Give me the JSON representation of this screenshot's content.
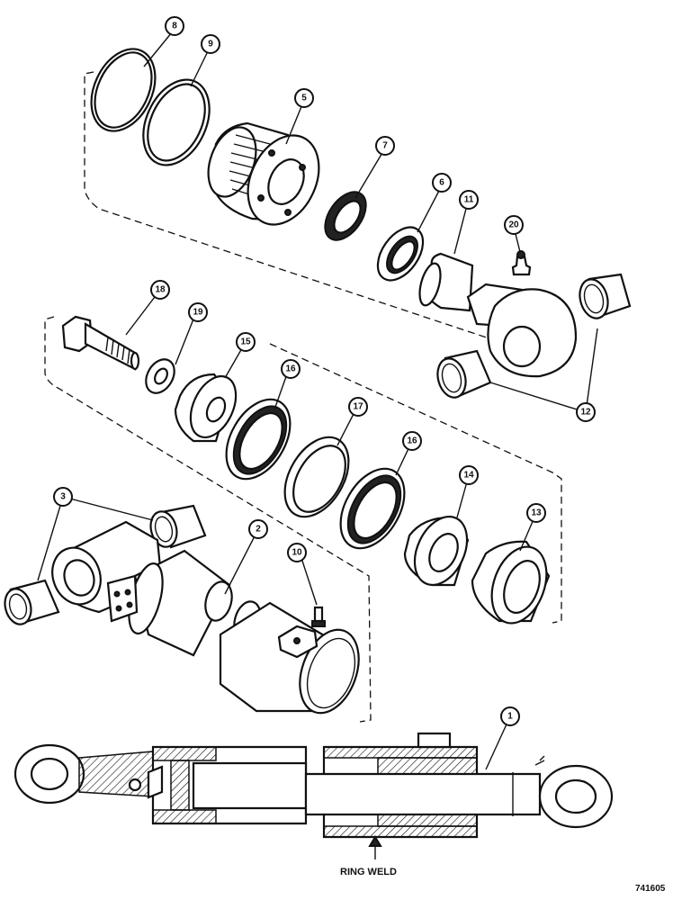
{
  "callouts": {
    "c1": "1",
    "c2": "2",
    "c3": "3",
    "c5": "5",
    "c6": "6",
    "c7": "7",
    "c8": "8",
    "c9": "9",
    "c10": "10",
    "c11": "11",
    "c12": "12",
    "c13": "13",
    "c14": "14",
    "c15": "15",
    "c16a": "16",
    "c16b": "16",
    "c17": "17",
    "c18": "18",
    "c19": "19",
    "c20": "20"
  },
  "annotations": {
    "ring_weld": "RING WELD",
    "figure_number": "741605"
  }
}
